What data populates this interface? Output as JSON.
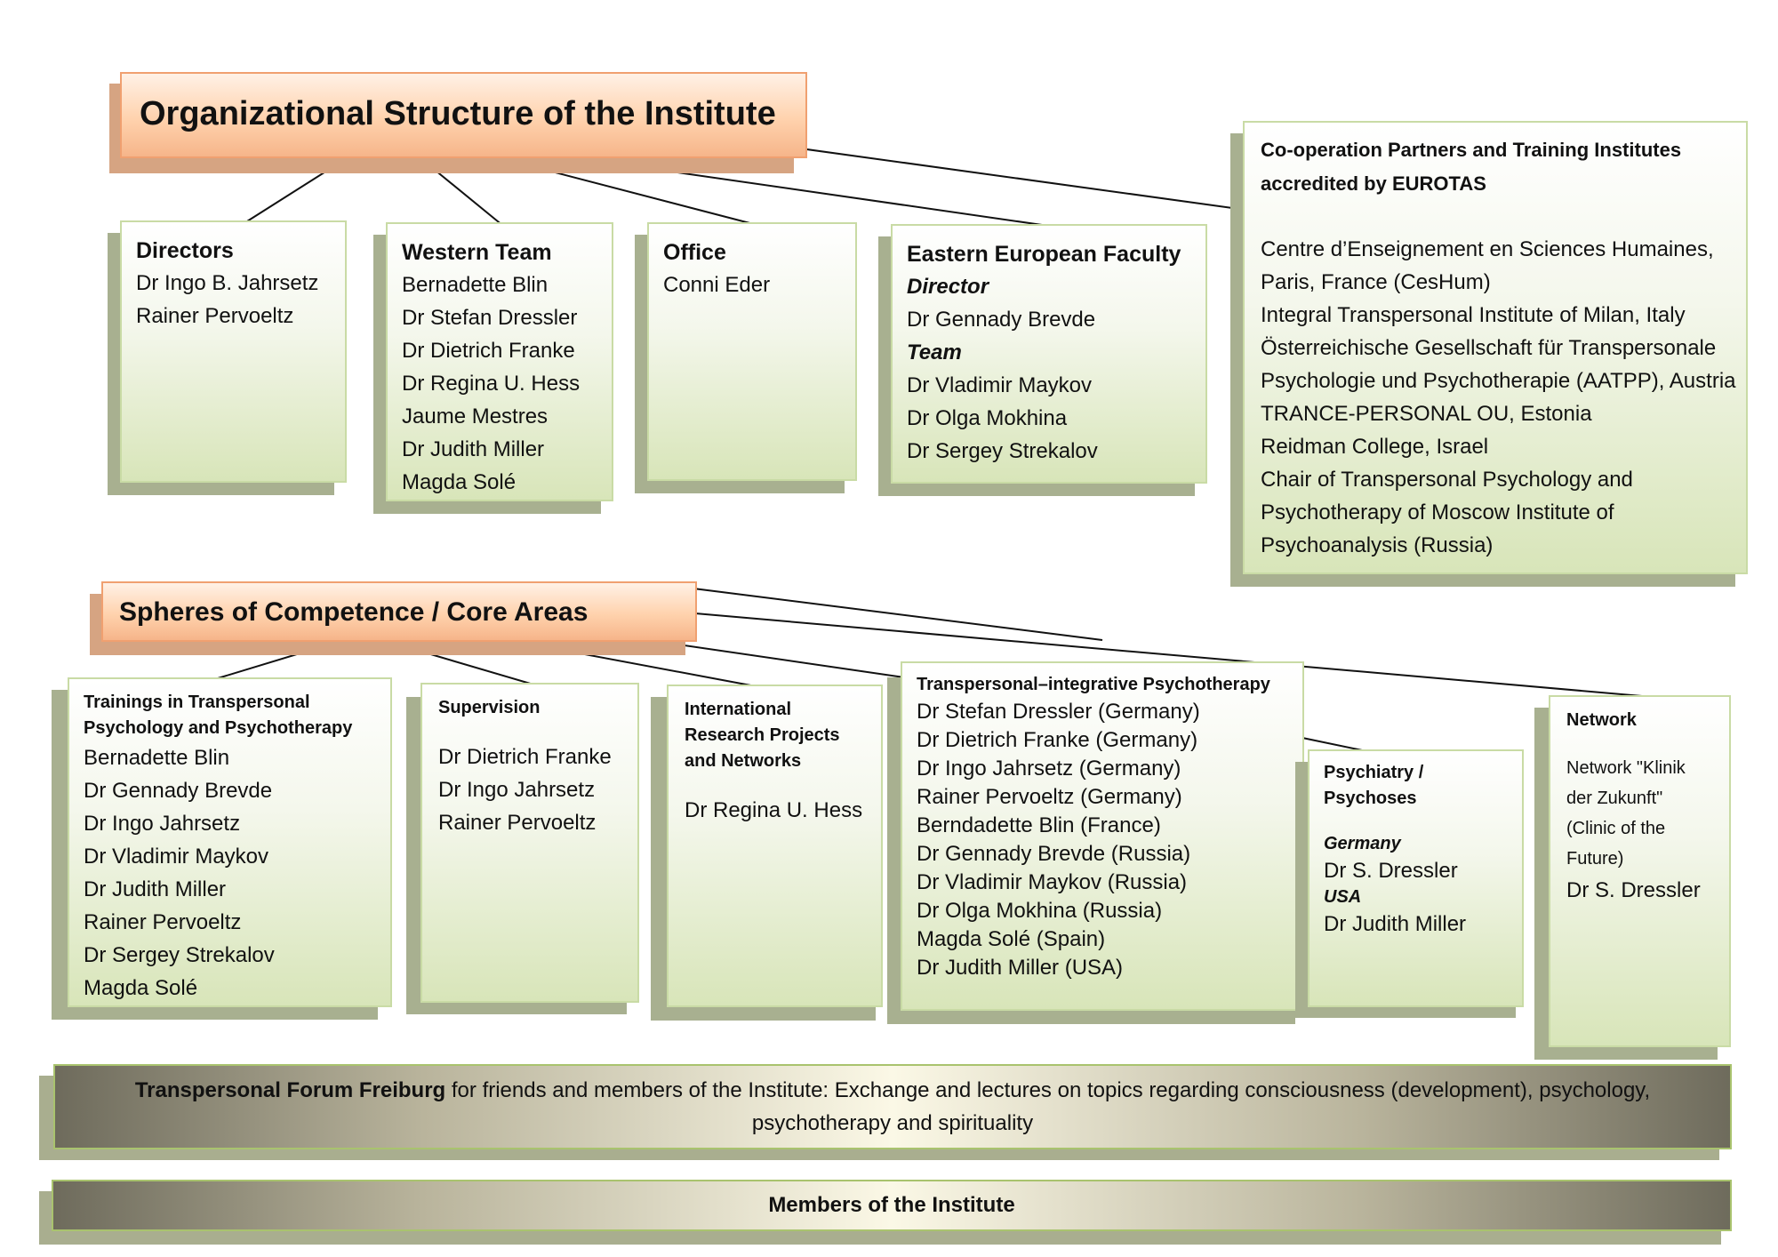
{
  "main_header": {
    "title": "Organizational Structure of the Institute"
  },
  "org_boxes": [
    {
      "title": "Directors",
      "lines": [
        "Dr Ingo B. Jahrsetz",
        "Rainer Pervoeltz"
      ]
    },
    {
      "title": "Western Team",
      "lines": [
        "Bernadette Blin",
        "Dr Stefan Dressler",
        "Dr Dietrich Franke",
        "Dr Regina U. Hess",
        "Jaume Mestres",
        "Dr Judith Miller",
        "Magda Solé"
      ]
    },
    {
      "title": "Office",
      "lines": [
        "Conni Eder"
      ]
    },
    {
      "title": "Eastern European Faculty",
      "director_label": "Director",
      "director": "Dr Gennady Brevde",
      "team_label": "Team",
      "team": [
        "Dr Vladimir Maykov",
        "Dr Olga Mokhina",
        "Dr Sergey Strekalov"
      ]
    }
  ],
  "partners": {
    "title_line1": "Co-operation Partners and Training Institutes",
    "title_line2": "accredited by EUROTAS",
    "lines": [
      "Centre d’Enseignement en Sciences Humaines,",
      "Paris, France (CesHum)",
      "Integral Transpersonal Institute of Milan, Italy",
      "Österreichische Gesellschaft für Transpersonale",
      "Psychologie und Psychotherapie (AATPP), Austria",
      "TRANCE-PERSONAL OU, Estonia",
      "Reidman College, Israel",
      "Chair of Transpersonal Psychology and",
      "Psychotherapy of Moscow Institute of",
      "Psychoanalysis (Russia)"
    ]
  },
  "spheres_header": {
    "title": "Spheres of Competence / Core Areas"
  },
  "sphere_boxes": {
    "trainings": {
      "title_lines": [
        "Trainings in Transpersonal",
        "Psychology and Psychotherapy"
      ],
      "lines": [
        "Bernadette Blin",
        "Dr Gennady Brevde",
        "Dr Ingo Jahrsetz",
        "Dr Vladimir Maykov",
        "Dr Judith Miller",
        "Rainer Pervoeltz",
        "Dr Sergey Strekalov",
        "Magda Solé"
      ]
    },
    "supervision": {
      "title": "Supervision",
      "lines": [
        "Dr Dietrich Franke",
        "Dr Ingo Jahrsetz",
        "Rainer Pervoeltz"
      ]
    },
    "research": {
      "title_lines": [
        "International",
        "Research Projects",
        "and Networks"
      ],
      "lines": [
        "Dr Regina U. Hess"
      ]
    },
    "psychotherapy": {
      "title": "Transpersonal–integrative Psychotherapy",
      "lines": [
        "Dr Stefan Dressler (Germany)",
        "Dr Dietrich Franke (Germany)",
        "Dr Ingo Jahrsetz (Germany)",
        "Rainer Pervoeltz (Germany)",
        "Berndadette Blin (France)",
        "Dr Gennady Brevde (Russia)",
        "Dr Vladimir Maykov (Russia)",
        "Dr Olga Mokhina (Russia)",
        "Magda Solé (Spain)",
        "Dr Judith Miller (USA)"
      ]
    },
    "psychiatry": {
      "title_lines": [
        "Psychiatry /",
        "Psychoses"
      ],
      "germany_label": "Germany",
      "germany": "Dr S. Dressler",
      "usa_label": "USA",
      "usa": "Dr Judith Miller"
    },
    "network": {
      "title": "Network",
      "desc_lines": [
        "Network \"Klinik",
        "der Zukunft\"",
        "(Clinic of the",
        "Future)"
      ],
      "person": "Dr S. Dressler"
    }
  },
  "forum": {
    "bold": "Transpersonal Forum Freiburg",
    "text_line1": " for friends and members of the Institute: Exchange and lectures on topics regarding consciousness (development), psychology,",
    "text_line2": "psychotherapy and spirituality"
  },
  "members": {
    "label": "Members of the Institute"
  }
}
